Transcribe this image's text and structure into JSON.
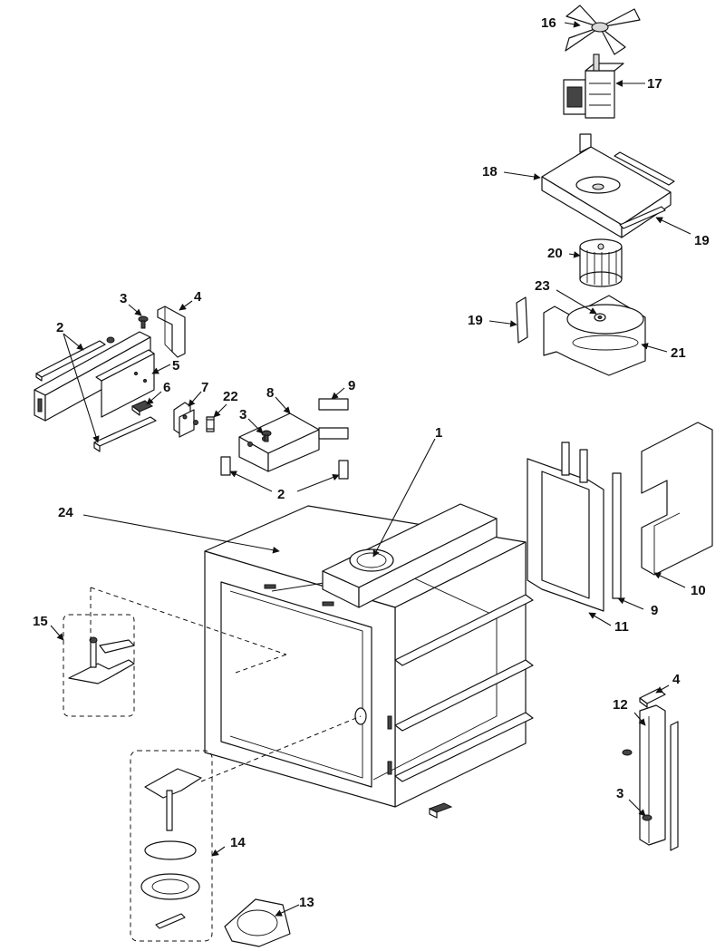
{
  "callouts": {
    "c1": "1",
    "c2a": "2",
    "c2b": "2",
    "c3a": "3",
    "c3b": "3",
    "c3c": "3",
    "c4a": "4",
    "c4b": "4",
    "c5": "5",
    "c6": "6",
    "c7": "7",
    "c8": "8",
    "c9a": "9",
    "c9b": "9",
    "c10": "10",
    "c11": "11",
    "c12": "12",
    "c13": "13",
    "c14": "14",
    "c15": "15",
    "c16": "16",
    "c17": "17",
    "c18": "18",
    "c19a": "19",
    "c19b": "19",
    "c20": "20",
    "c21": "21",
    "c22": "22",
    "c23": "23",
    "c24": "24"
  }
}
